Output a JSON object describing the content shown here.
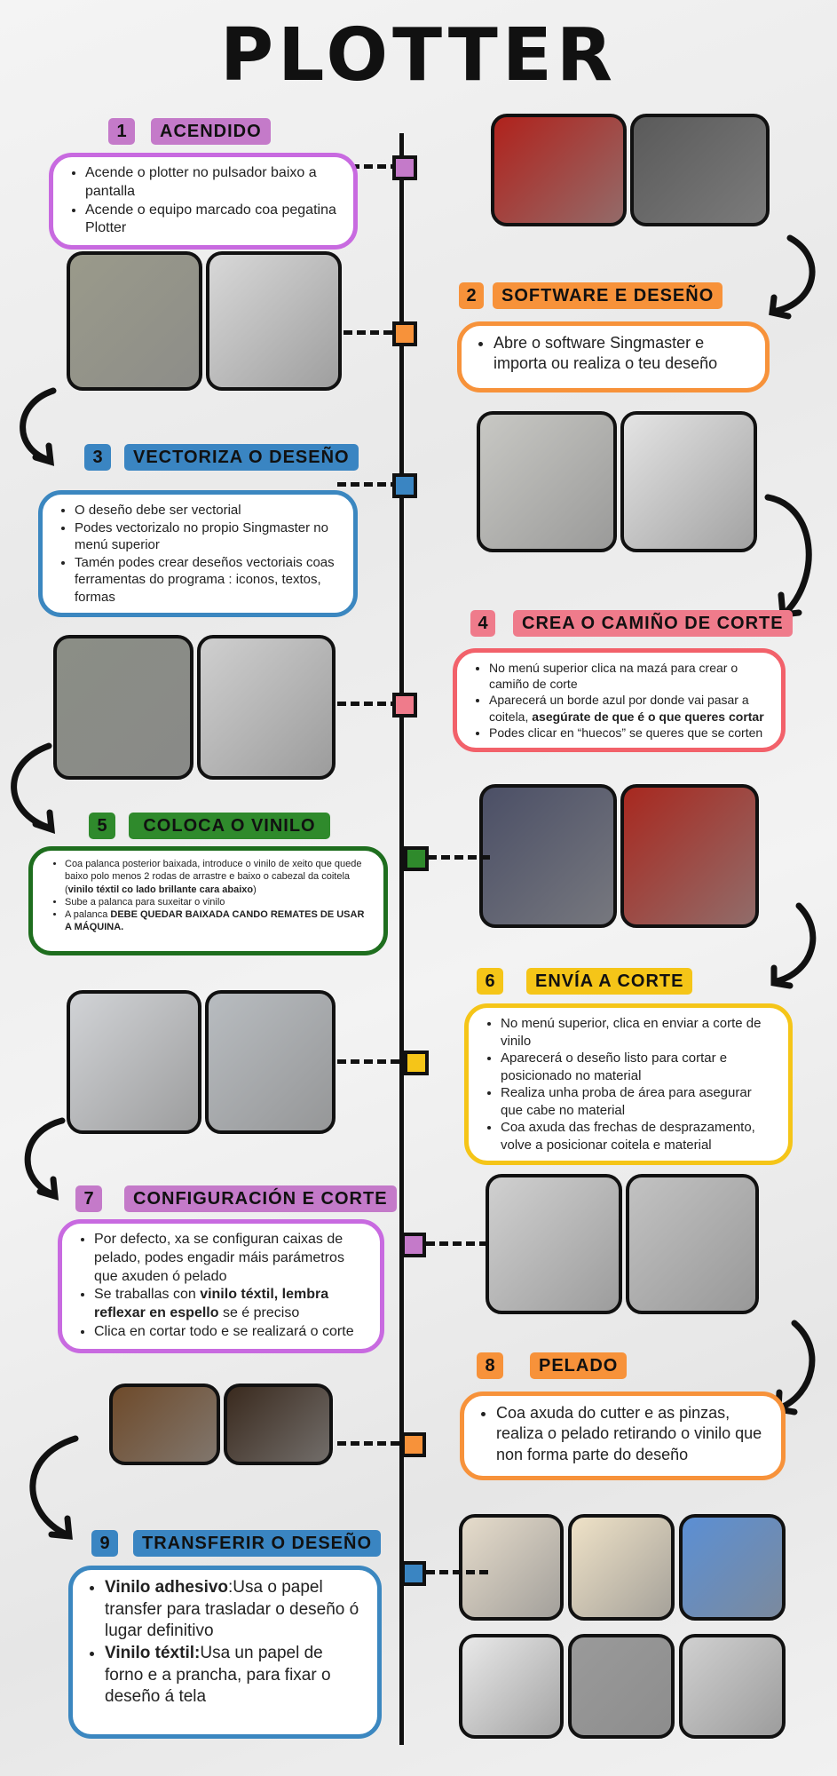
{
  "title": "PLOTTER",
  "steps": [
    {
      "number": "1",
      "title": "ACENDIDO",
      "color": "#c47ac9",
      "border": "#c86ae0",
      "bullets": [
        [
          {
            "text": "Acende o plotter no pulsador baixo a pantalla"
          }
        ],
        [
          {
            "text": "Acende o equipo marcado coa pegatina Plotter"
          }
        ]
      ]
    },
    {
      "number": "2",
      "title": "SOFTWARE E DESEÑO",
      "color": "#f7923a",
      "border": "#f7923a",
      "bullets": [
        [
          {
            "text": "Abre o software Singmaster e importa ou realiza o teu deseño"
          }
        ]
      ]
    },
    {
      "number": "3",
      "title": "VECTORIZA O DESEÑO",
      "color": "#3a85c2",
      "border": "#3b87c0",
      "bullets": [
        [
          {
            "text": "O deseño debe ser vectorial"
          }
        ],
        [
          {
            "text": "Podes vectorizalo no propio Singmaster no menú superior"
          }
        ],
        [
          {
            "text": "Tamén podes crear deseños vectoriais coas ferramentas do programa : iconos, textos, formas"
          }
        ]
      ]
    },
    {
      "number": "4",
      "title": "CREA O CAMIÑO DE CORTE",
      "color": "#ef7b8b",
      "border": "#f2616a",
      "bullets": [
        [
          {
            "text": "No menú superior clica na mazá para crear o camiño de corte"
          }
        ],
        [
          {
            "text": "Aparecerá un borde azul por donde vai pasar a coitela, "
          },
          {
            "text": "asegúrate de que é o que queres cortar",
            "bold": true
          }
        ],
        [
          {
            "text": "Podes clicar en “huecos” se queres que se corten"
          }
        ]
      ]
    },
    {
      "number": "5",
      "title": "COLOCA O VINILO",
      "color": "#2f8a2c",
      "border": "#1e6e1e",
      "bullets": [
        [
          {
            "text": "Coa palanca posterior baixada, introduce o vinilo de xeito que quede baixo polo menos 2 rodas de arrastre e baixo o cabezal da coitela ("
          },
          {
            "text": "vinilo téxtil co lado brillante cara abaixo",
            "bold": true
          },
          {
            "text": ")"
          }
        ],
        [
          {
            "text": "Sube a palanca para suxeitar o vinilo"
          }
        ],
        [
          {
            "text": "A palanca "
          },
          {
            "text": "DEBE QUEDAR BAIXADA CANDO REMATES DE USAR A MÁQUINA.",
            "bold": true
          }
        ]
      ]
    },
    {
      "number": "6",
      "title": "ENVÍA A CORTE",
      "color": "#f5c518",
      "border": "#f5c518",
      "bullets": [
        [
          {
            "text": "No menú superior, clica en enviar a corte de vinilo"
          }
        ],
        [
          {
            "text": "Aparecerá o deseño listo para cortar e posicionado no material"
          }
        ],
        [
          {
            "text": "Realiza unha proba de área para asegurar que cabe no material"
          }
        ],
        [
          {
            "text": "Coa axuda das frechas de desprazamento, volve a posicionar coitela e material"
          }
        ]
      ]
    },
    {
      "number": "7",
      "title": "CONFIGURACIÓN E CORTE",
      "color": "#c47ac9",
      "border": "#c86ae0",
      "bullets": [
        [
          {
            "text": "Por defecto, xa se configuran caixas de pelado, podes engadir máis parámetros que axuden ó pelado"
          }
        ],
        [
          {
            "text": "Se traballas con "
          },
          {
            "text": "vinilo téxtil, lembra reflexar en espello",
            "bold": true
          },
          {
            "text": " se é preciso"
          }
        ],
        [
          {
            "text": "Clica en cortar todo e se realizará o corte"
          }
        ]
      ]
    },
    {
      "number": "8",
      "title": "PELADO",
      "color": "#f7923a",
      "border": "#f7923a",
      "bullets": [
        [
          {
            "text": "Coa axuda do cutter e as pinzas, realiza o pelado retirando o vinilo que non forma parte do deseño"
          }
        ]
      ]
    },
    {
      "number": "9",
      "title": "TRANSFERIR O DESEÑO",
      "color": "#3a85c2",
      "border": "#3b87c0",
      "bullets": [
        [
          {
            "text": "Vinilo adhesivo",
            "bold": true
          },
          {
            "text": ":Usa o papel transfer para trasladar o deseño ó lugar definitivo"
          }
        ],
        [
          {
            "text": "Vinilo téxtil:",
            "bold": true
          },
          {
            "text": "Usa un papel de forno e a prancha, para fixar o deseño á tela"
          }
        ]
      ]
    }
  ]
}
